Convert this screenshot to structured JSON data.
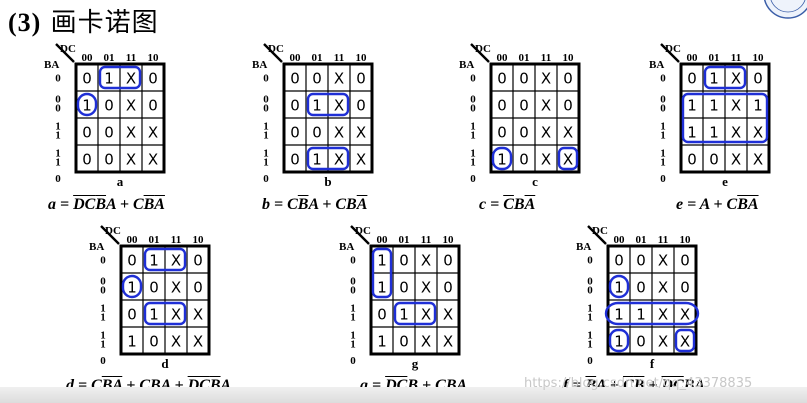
{
  "title": {
    "prefix": "(3)",
    "text": "画卡诺图"
  },
  "header": {
    "dc": "DC",
    "ba": "BA",
    "cols": [
      "00",
      "01",
      "11",
      "10"
    ]
  },
  "watermark": "https://blog.csdn.net/qq_43378835",
  "maps": [
    {
      "id": "a",
      "label": "a",
      "cells": [
        [
          "0",
          "1",
          "X",
          "0"
        ],
        [
          "1",
          "0",
          "X",
          "0"
        ],
        [
          "0",
          "0",
          "X",
          "X"
        ],
        [
          "0",
          "0",
          "X",
          "X"
        ]
      ],
      "eq": "a = D̄C̄B̄A + CB̄Ā"
    },
    {
      "id": "b",
      "label": "b",
      "cells": [
        [
          "0",
          "0",
          "X",
          "0"
        ],
        [
          "0",
          "1",
          "X",
          "0"
        ],
        [
          "0",
          "0",
          "X",
          "X"
        ],
        [
          "0",
          "1",
          "X",
          "X"
        ]
      ],
      "eq": "b = CB̄A + CBĀ"
    },
    {
      "id": "c",
      "label": "c",
      "cells": [
        [
          "0",
          "0",
          "X",
          "0"
        ],
        [
          "0",
          "0",
          "X",
          "0"
        ],
        [
          "0",
          "0",
          "X",
          "X"
        ],
        [
          "1",
          "0",
          "X",
          "X"
        ]
      ],
      "eq": "c = C̄BĀ"
    },
    {
      "id": "e",
      "label": "e",
      "cells": [
        [
          "0",
          "1",
          "X",
          "0"
        ],
        [
          "1",
          "1",
          "X",
          "1"
        ],
        [
          "1",
          "1",
          "X",
          "X"
        ],
        [
          "0",
          "0",
          "X",
          "X"
        ]
      ],
      "eq": "e = A + CB̄Ā"
    },
    {
      "id": "d",
      "label": "d",
      "cells": [
        [
          "0",
          "1",
          "X",
          "0"
        ],
        [
          "1",
          "0",
          "X",
          "0"
        ],
        [
          "0",
          "1",
          "X",
          "X"
        ],
        [
          "1",
          "0",
          "X",
          "X"
        ]
      ],
      "eq": "d = CB̄Ā + CBA + D̄C̄B̄A"
    },
    {
      "id": "g",
      "label": "g",
      "cells": [
        [
          "1",
          "0",
          "X",
          "0"
        ],
        [
          "1",
          "0",
          "X",
          "0"
        ],
        [
          "0",
          "1",
          "X",
          "X"
        ],
        [
          "1",
          "0",
          "X",
          "X"
        ]
      ],
      "eq": "g = D̄C̄B + CBA"
    },
    {
      "id": "f",
      "label": "f",
      "cells": [
        [
          "0",
          "0",
          "X",
          "0"
        ],
        [
          "1",
          "0",
          "X",
          "0"
        ],
        [
          "1",
          "1",
          "X",
          "X"
        ],
        [
          "1",
          "0",
          "X",
          "X"
        ]
      ],
      "eq": "f = B̄A + C̄B̄ + D̄C̄BA"
    }
  ]
}
